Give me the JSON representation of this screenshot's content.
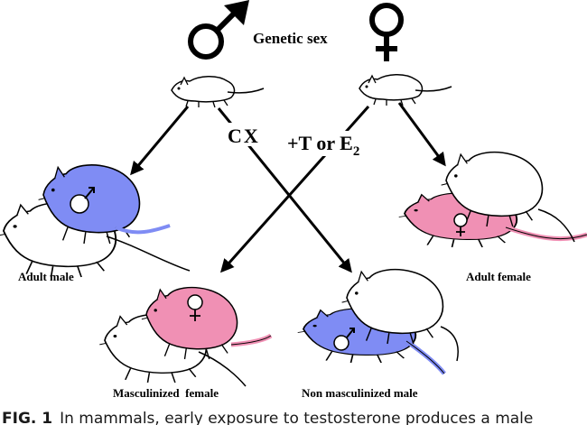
{
  "header": {
    "genetic_sex": "Genetic sex"
  },
  "treatments": {
    "castration": "CX",
    "hormone_prefix": "+T or E",
    "hormone_subscript": "2"
  },
  "outcomes": {
    "adult_male": "Adult male",
    "adult_female": "Adult female",
    "masculinized_female": "Masculinized  female",
    "non_masculinized_male": "Non masculinized male"
  },
  "caption": {
    "label": "FIG. 1",
    "text": "In mammals, early exposure to testosterone produces a male"
  },
  "colors": {
    "male_blue": "#7f8cf4",
    "female_pink": "#f090b4",
    "white_rat": "#ffffff",
    "ink": "#000000"
  },
  "icons": [
    "male-symbol-icon",
    "female-symbol-icon",
    "rat-icon"
  ]
}
